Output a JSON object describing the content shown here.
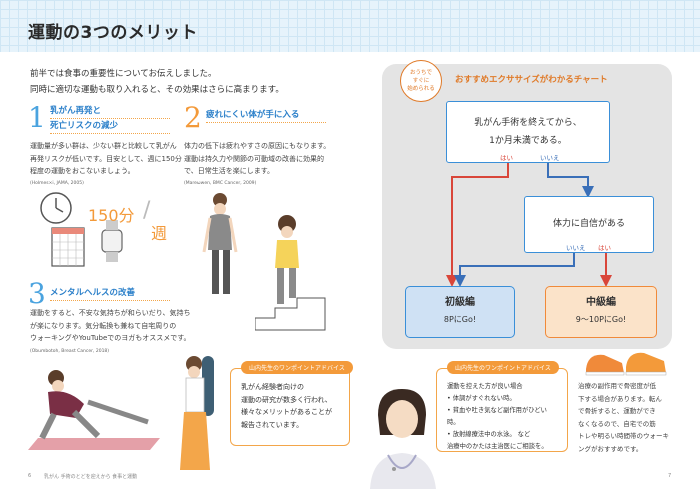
{
  "page_title": "運動の3つのメリット",
  "intro": [
    "前半では食事の重要性についてお伝えしました。",
    "同時に適切な運動も取り入れると、その効果はさらに高まります。"
  ],
  "sections": [
    {
      "num": "1",
      "title": [
        "乳がん再発と",
        "死亡リスクの減少"
      ],
      "body": [
        "運動量が多い群は、少ない群と比較して乳がん",
        "再発リスクが低いです。目安として、週に150分",
        "程度の運動をおこないましょう。"
      ],
      "cite": "(Holmes×i, JAMA, 2005)"
    },
    {
      "num": "2",
      "title": [
        "疲れにくい体が手に入る"
      ],
      "body": [
        "体力の低下は疲れやすさの原因にもなります。",
        "運動は持久力や関節の可動域の改善に効果的",
        "で、日常生活を楽にします。"
      ],
      "cite": "(Mareωwen, BMC Cancer, 2009)"
    },
    {
      "num": "3",
      "title": [
        "メンタルヘルスの改善"
      ],
      "body": [
        "運動をすると、不安な気持ちが和らいだり、気持ち",
        "が楽になります。気分転換も兼ねて自宅周りの",
        "ウォーキングやYouTubeでのヨガもオススメです。"
      ],
      "cite": "(Obumbotoh, Breast Cancer, 2018)"
    }
  ],
  "illustration_text": {
    "minutes": "150分",
    "per_week": "週"
  },
  "chart": {
    "badge": [
      "おうちで",
      "すぐに",
      "始められる"
    ],
    "title": "おすすめエクササイズがわかるチャート",
    "q1": [
      "乳がん手術を終えてから、",
      "1か月未満である。"
    ],
    "q2": "体力に自信がある",
    "yes": "はい",
    "no": "いいえ",
    "beginner": {
      "title": "初級編",
      "pages": "8PにGo!"
    },
    "intermediate": {
      "title": "中級編",
      "pages": "9〜10PにGo!"
    }
  },
  "advice_left": {
    "head": "山内先生のワンポイントアドバイス",
    "body": [
      "乳がん経験者向けの",
      "運動の研究が数多く行われ、",
      "様々なメリットがあることが",
      "報告されています。"
    ]
  },
  "advice_right": {
    "head": "山内先生のワンポイントアドバイス",
    "body": [
      "運動を控えた方が良い場合",
      "• 体調がすぐれない時。",
      "• 貧血や吐き気など副作用がひどい時。",
      "• 放射線療法中の水泳。 など",
      "治療中のかたは主治医にご相談を。"
    ]
  },
  "side_note": [
    "治療の副作用で骨密度が低",
    "下する場合があります。転ん",
    "で骨折すると、運動ができ",
    "なくなるので、自宅での筋",
    "トレや明るい時間帯のウォーキ",
    "ングがおすすめです。"
  ],
  "footer": {
    "left_page": "6",
    "left_text": "乳がん 手術のとどを迎えから  食事と運動",
    "right_page": "7"
  },
  "colors": {
    "blue": "#3a8fd8",
    "orange": "#f08a3a",
    "red": "#d9463a"
  }
}
